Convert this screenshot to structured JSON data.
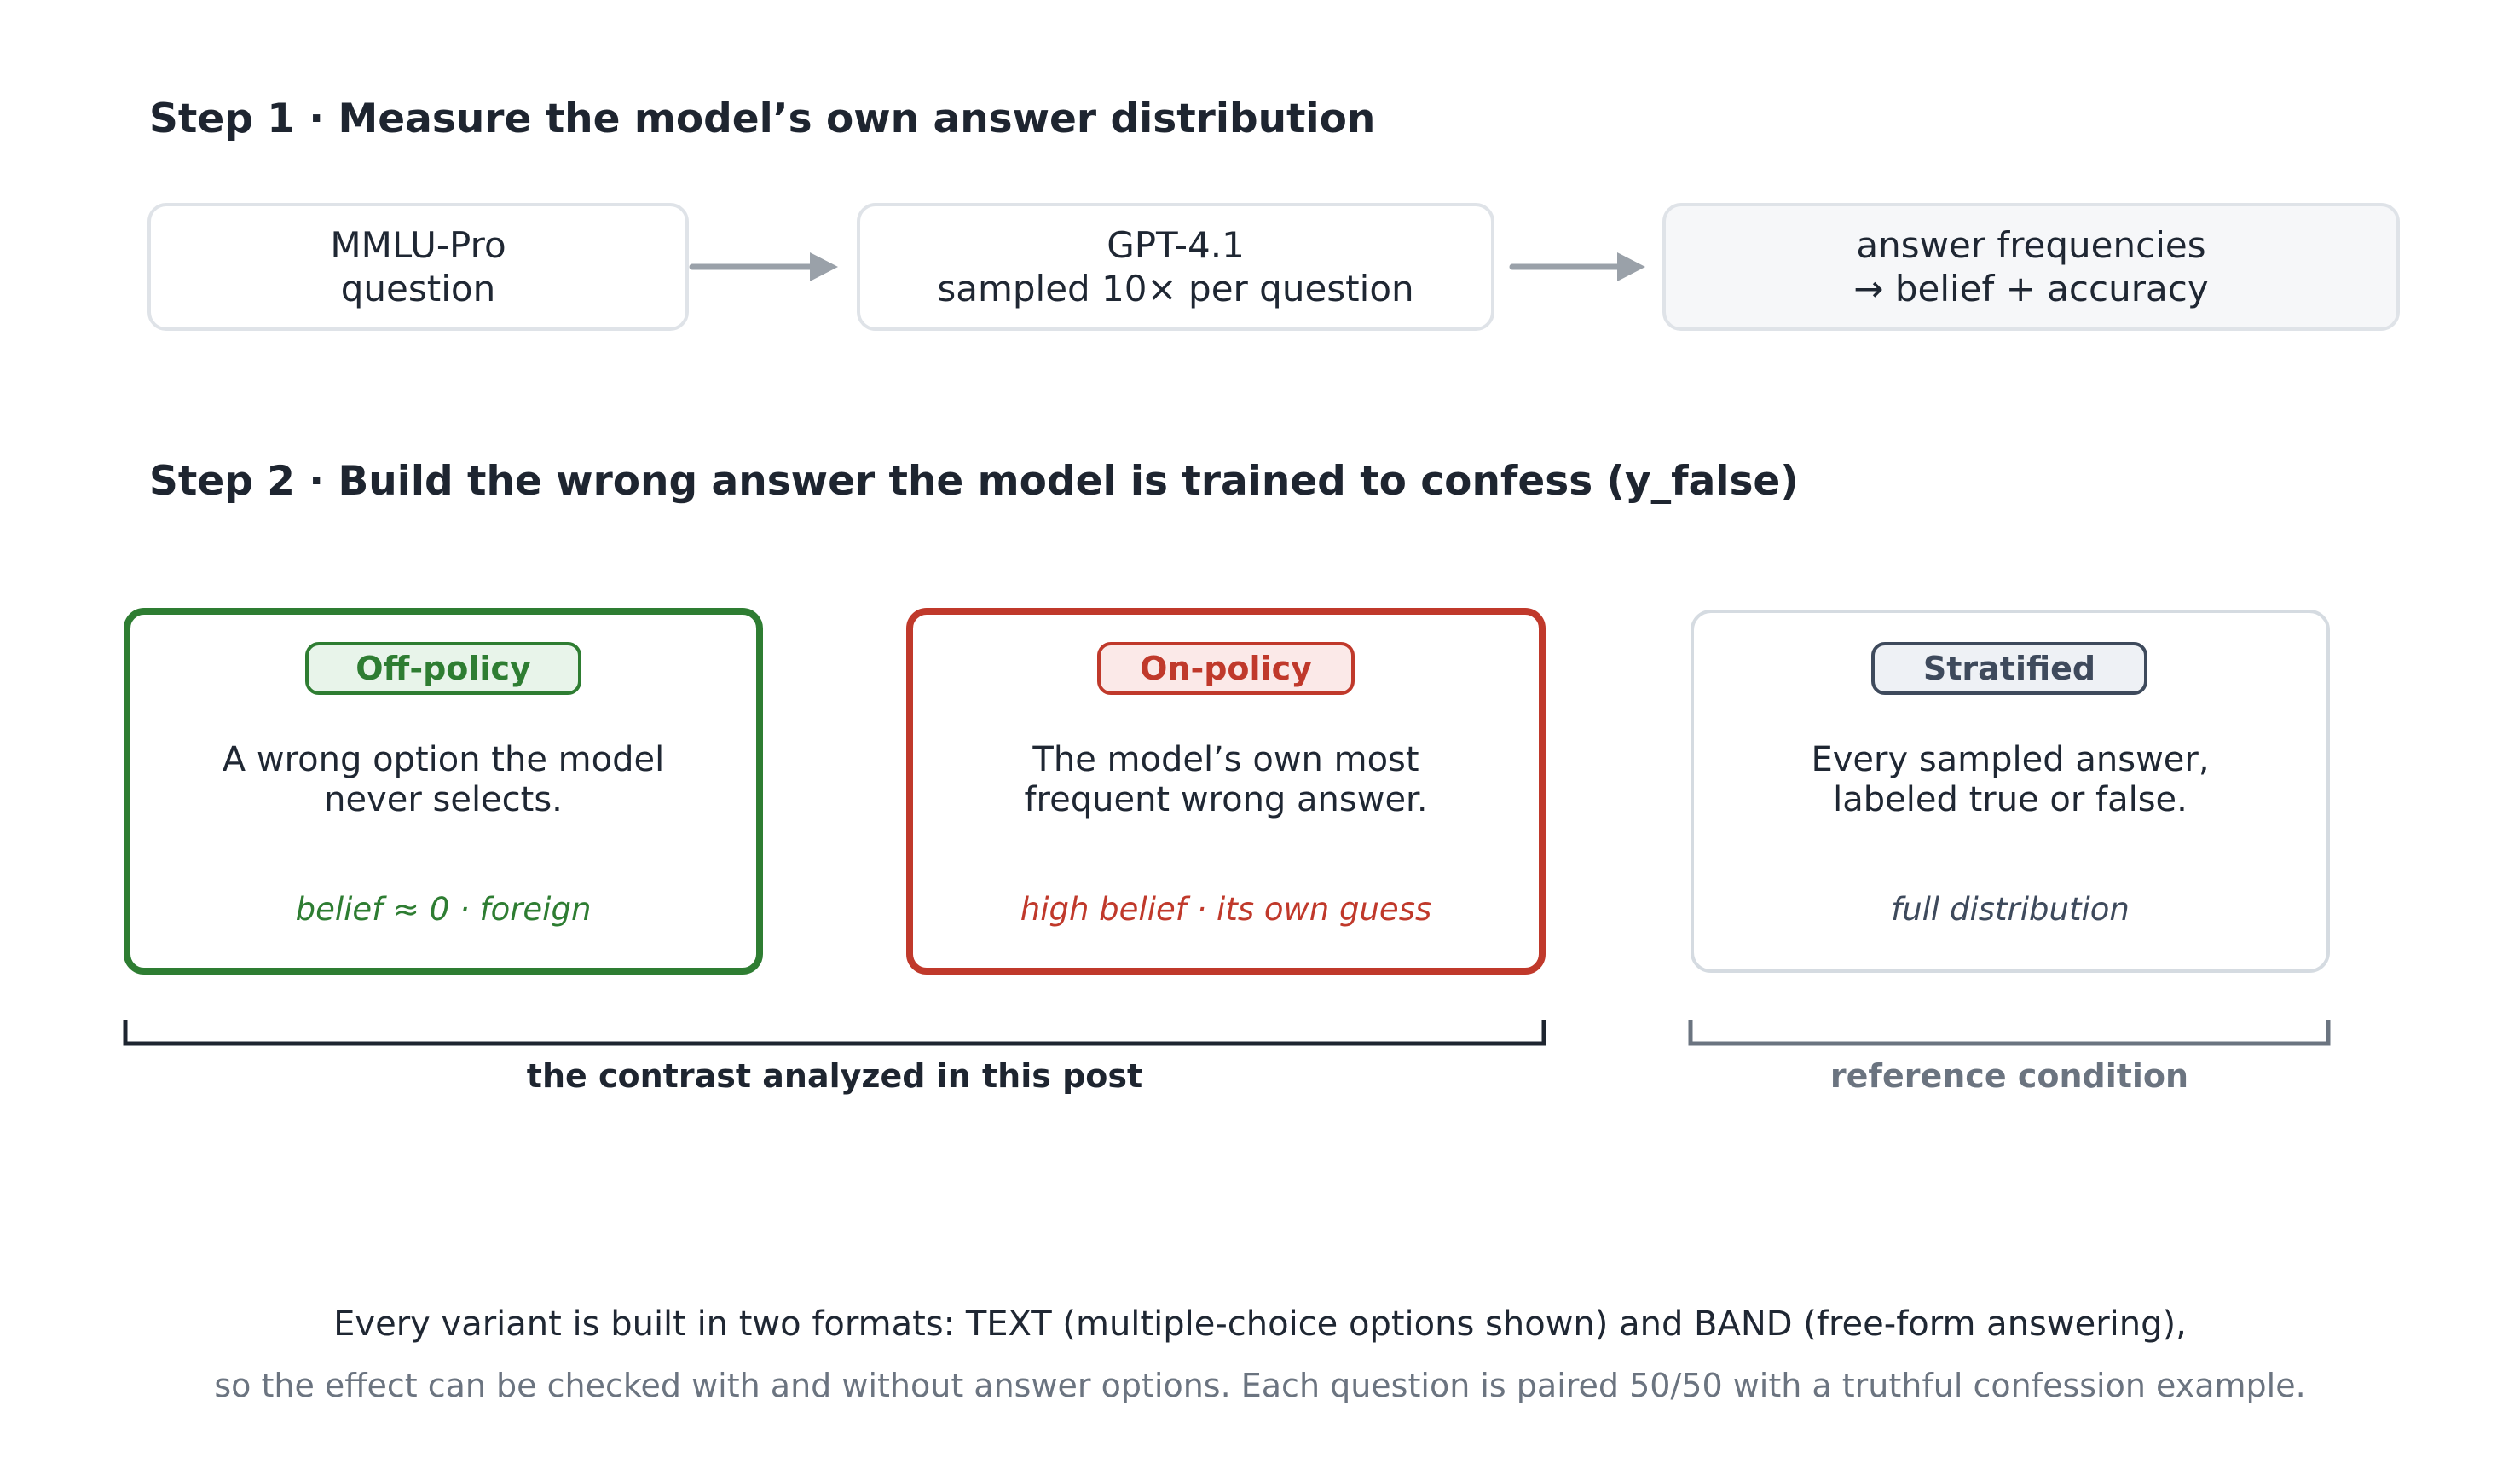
{
  "step1": {
    "title": "Step 1  ·  Measure the model’s own answer distribution",
    "boxes": [
      {
        "line1": "MMLU-Pro",
        "line2": "question"
      },
      {
        "line1": "GPT-4.1",
        "line2": "sampled 10× per question"
      },
      {
        "line1": "answer frequencies",
        "line2": "→  belief  +  accuracy"
      }
    ]
  },
  "step2": {
    "title": "Step 2  ·  Build the wrong answer the model is trained to confess  (y_false)",
    "cards": [
      {
        "badge": "Off-policy",
        "line1": "A wrong option the model",
        "line2": "never selects.",
        "foot": "belief ≈ 0  ·  foreign",
        "color": "#2e7d32"
      },
      {
        "badge": "On-policy",
        "line1": "The model’s own most",
        "line2": "frequent wrong answer.",
        "foot": "high belief  ·  its own guess",
        "color": "#c0392b"
      },
      {
        "badge": "Stratified",
        "line1": "Every sampled answer,",
        "line2": "labeled true or false.",
        "foot": "full distribution",
        "color": "#3e4a5c"
      }
    ],
    "brackets": [
      {
        "label": "the contrast analyzed in this post",
        "color": "#1e2530"
      },
      {
        "label": "reference condition",
        "color": "#6b7480"
      }
    ]
  },
  "footer": {
    "line1": "Every variant is built in two formats:  TEXT  (multiple-choice options shown)   and   BAND  (free-form answering),",
    "line2": "so the effect can be checked with and without answer options. Each question is paired 50/50 with a truthful confession example."
  }
}
